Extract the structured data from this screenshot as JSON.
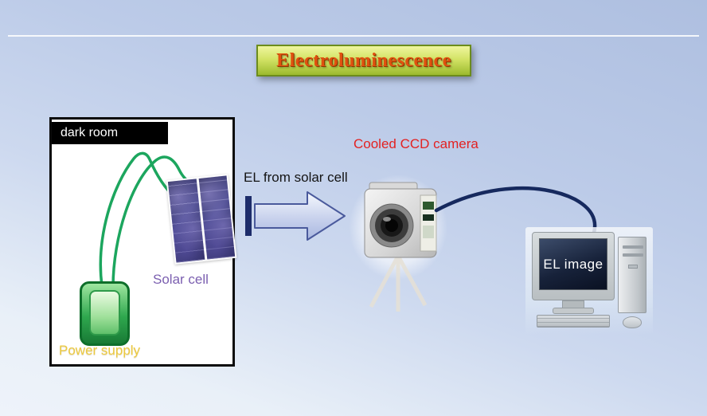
{
  "slide": {
    "title": "Electroluminescence"
  },
  "dark_room": {
    "header_label": "dark room",
    "solar_cell_label": "Solar cell",
    "power_supply_label": "Power supply"
  },
  "flow": {
    "arrow_label": "EL from solar cell",
    "camera_label": "Cooled CCD camera",
    "screen_label": "EL image"
  },
  "colors": {
    "title_text": "#e1500f",
    "banner_border": "#6c8c1c",
    "camera_label_text": "#e32222",
    "solar_cell_label_text": "#7b5fb0",
    "power_supply_label_text": "#ecc93f",
    "wire_green": "#1ca65e",
    "cable_navy": "#16295e",
    "arrow_outline": "#4a5a9c"
  }
}
